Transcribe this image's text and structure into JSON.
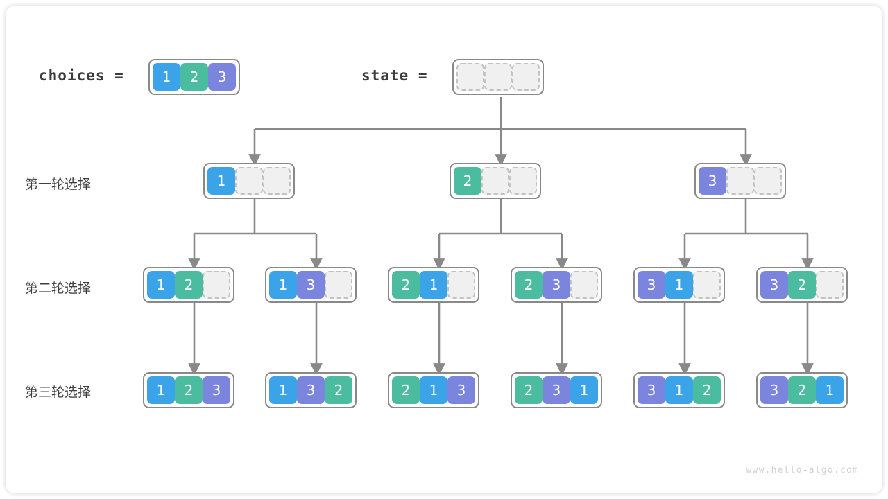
{
  "page": {
    "watermark": "www.hello-algo.com",
    "bg_color": "#ffffff",
    "line_color": "#898989"
  },
  "palette": {
    "value_1": "#3ba4e8",
    "value_2": "#4bbca0",
    "value_3": "#7b85de",
    "empty_fill": "#f0f0f0",
    "empty_border": "#c2c2c2",
    "box_border": "#898989"
  },
  "header": {
    "choices_label": "choices =",
    "choices_values": [
      "1",
      "2",
      "3"
    ],
    "state_label": "state =",
    "state_values": [
      "",
      "",
      ""
    ]
  },
  "rows": [
    {
      "label": "第一轮选择",
      "nodes": [
        {
          "values": [
            "1",
            "",
            ""
          ]
        },
        {
          "values": [
            "2",
            "",
            ""
          ]
        },
        {
          "values": [
            "3",
            "",
            ""
          ]
        }
      ]
    },
    {
      "label": "第二轮选择",
      "nodes": [
        {
          "values": [
            "1",
            "2",
            ""
          ]
        },
        {
          "values": [
            "1",
            "3",
            ""
          ]
        },
        {
          "values": [
            "2",
            "1",
            ""
          ]
        },
        {
          "values": [
            "2",
            "3",
            ""
          ]
        },
        {
          "values": [
            "3",
            "1",
            ""
          ]
        },
        {
          "values": [
            "3",
            "2",
            ""
          ]
        }
      ]
    },
    {
      "label": "第三轮选择",
      "nodes": [
        {
          "values": [
            "1",
            "2",
            "3"
          ]
        },
        {
          "values": [
            "1",
            "3",
            "2"
          ]
        },
        {
          "values": [
            "2",
            "1",
            "3"
          ]
        },
        {
          "values": [
            "2",
            "3",
            "1"
          ]
        },
        {
          "values": [
            "3",
            "1",
            "2"
          ]
        },
        {
          "values": [
            "3",
            "2",
            "1"
          ]
        }
      ]
    }
  ]
}
